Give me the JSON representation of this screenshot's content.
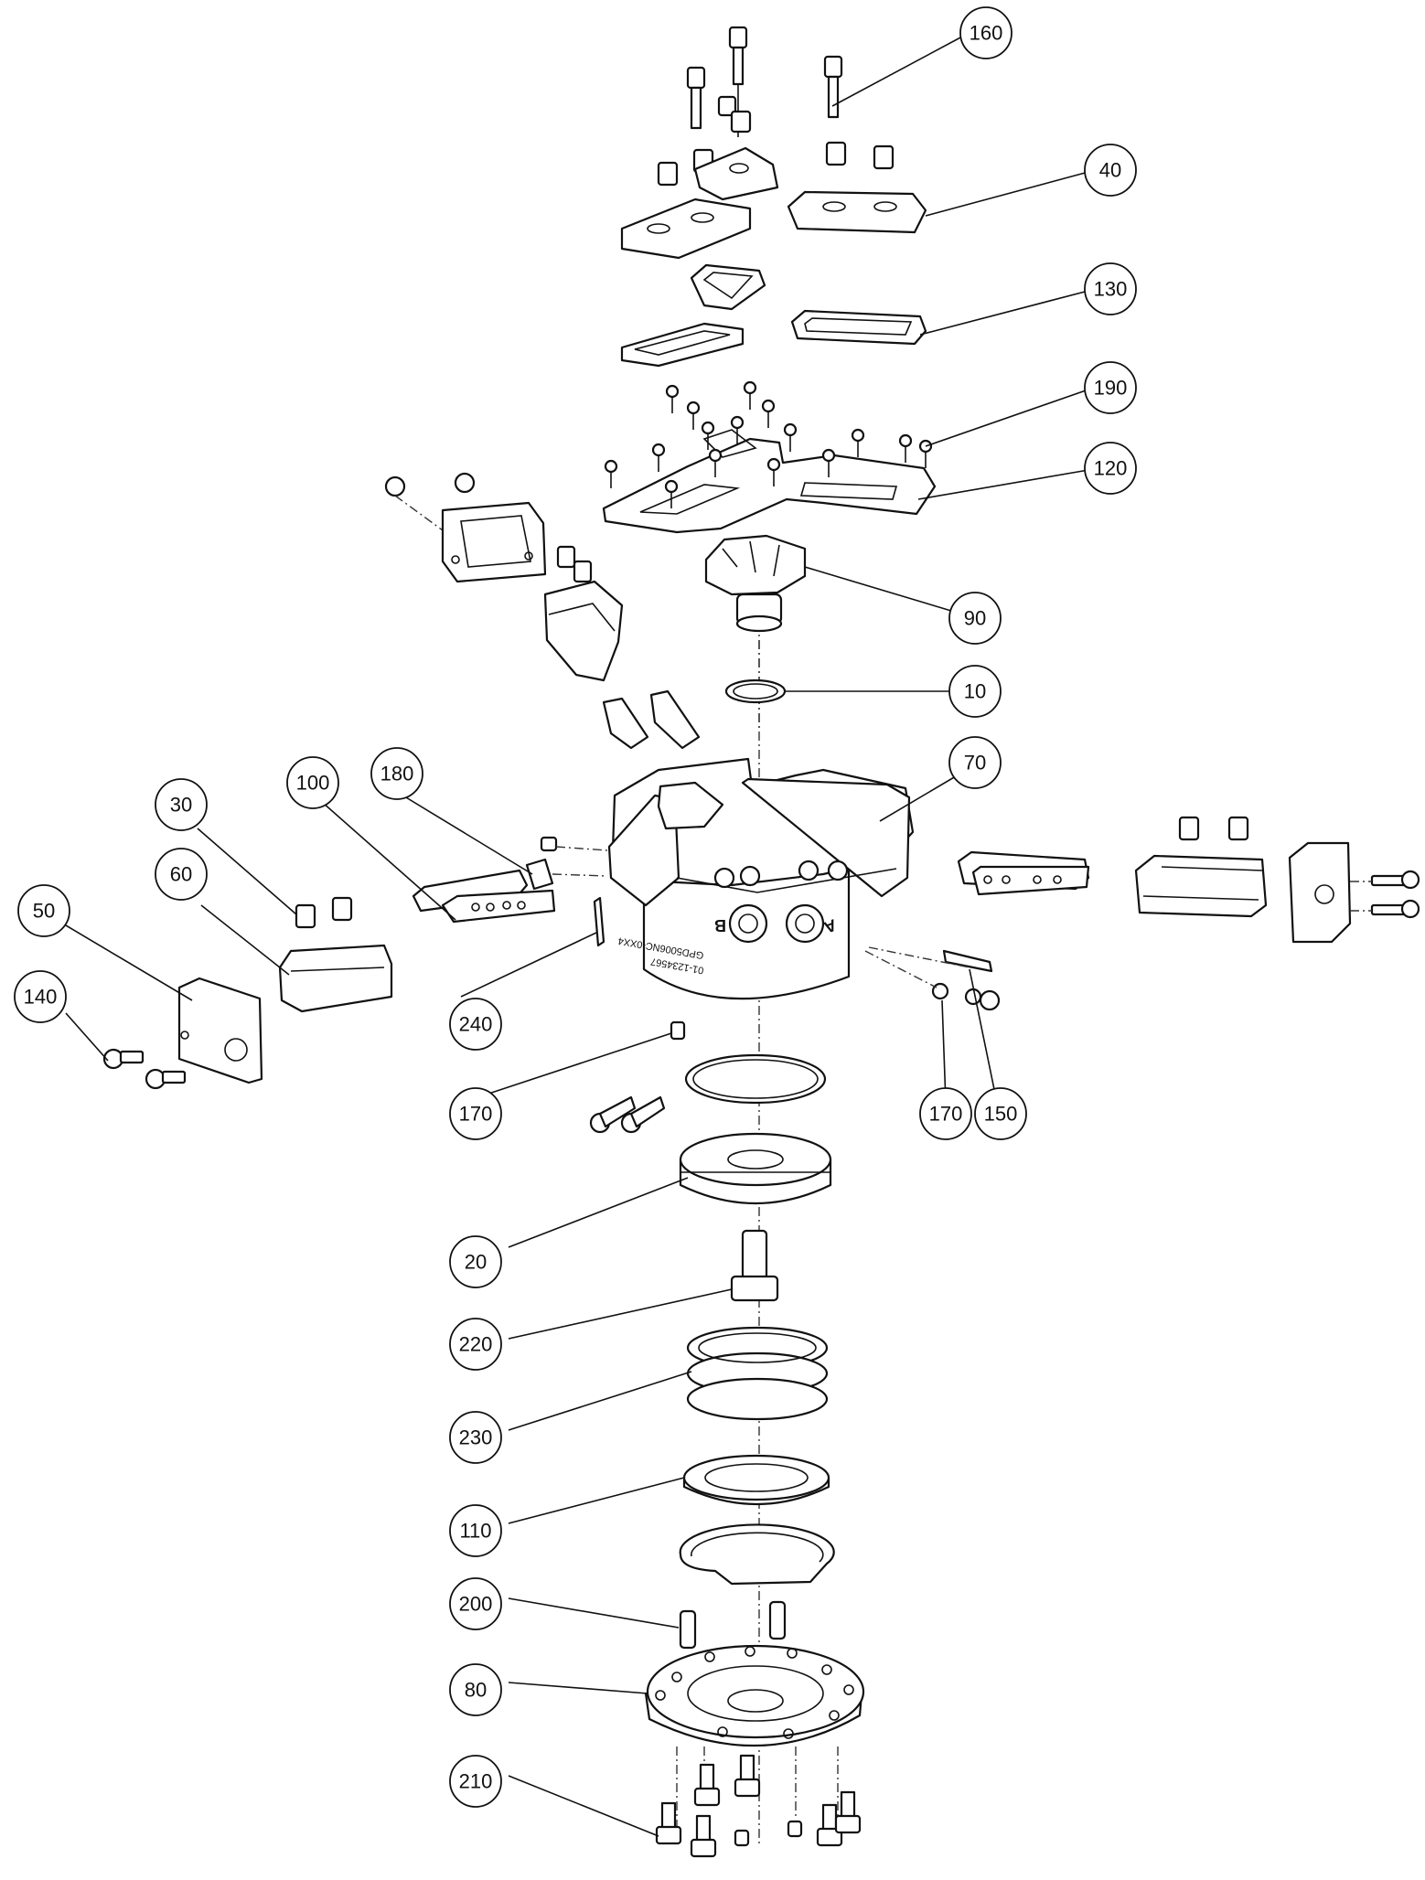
{
  "callouts": [
    {
      "id": "c160",
      "label": "160"
    },
    {
      "id": "c40",
      "label": "40"
    },
    {
      "id": "c130",
      "label": "130"
    },
    {
      "id": "c190",
      "label": "190"
    },
    {
      "id": "c120",
      "label": "120"
    },
    {
      "id": "c90",
      "label": "90"
    },
    {
      "id": "c10",
      "label": "10"
    },
    {
      "id": "c70",
      "label": "70"
    },
    {
      "id": "c100",
      "label": "100"
    },
    {
      "id": "c180",
      "label": "180"
    },
    {
      "id": "c30",
      "label": "30"
    },
    {
      "id": "c60",
      "label": "60"
    },
    {
      "id": "c50",
      "label": "50"
    },
    {
      "id": "c140",
      "label": "140"
    },
    {
      "id": "c240",
      "label": "240"
    },
    {
      "id": "c170a",
      "label": "170"
    },
    {
      "id": "c170b",
      "label": "170"
    },
    {
      "id": "c150",
      "label": "150"
    },
    {
      "id": "c20",
      "label": "20"
    },
    {
      "id": "c220",
      "label": "220"
    },
    {
      "id": "c230",
      "label": "230"
    },
    {
      "id": "c110",
      "label": "110"
    },
    {
      "id": "c200",
      "label": "200"
    },
    {
      "id": "c80",
      "label": "80"
    },
    {
      "id": "c210",
      "label": "210"
    }
  ],
  "engravings": {
    "body_line_1": "GPD5006NC-0XX4",
    "body_line_2": "01-1234567"
  },
  "ports": {
    "a": "A",
    "b": "B"
  },
  "colors": {
    "line": "#111111",
    "background": "#ffffff"
  }
}
